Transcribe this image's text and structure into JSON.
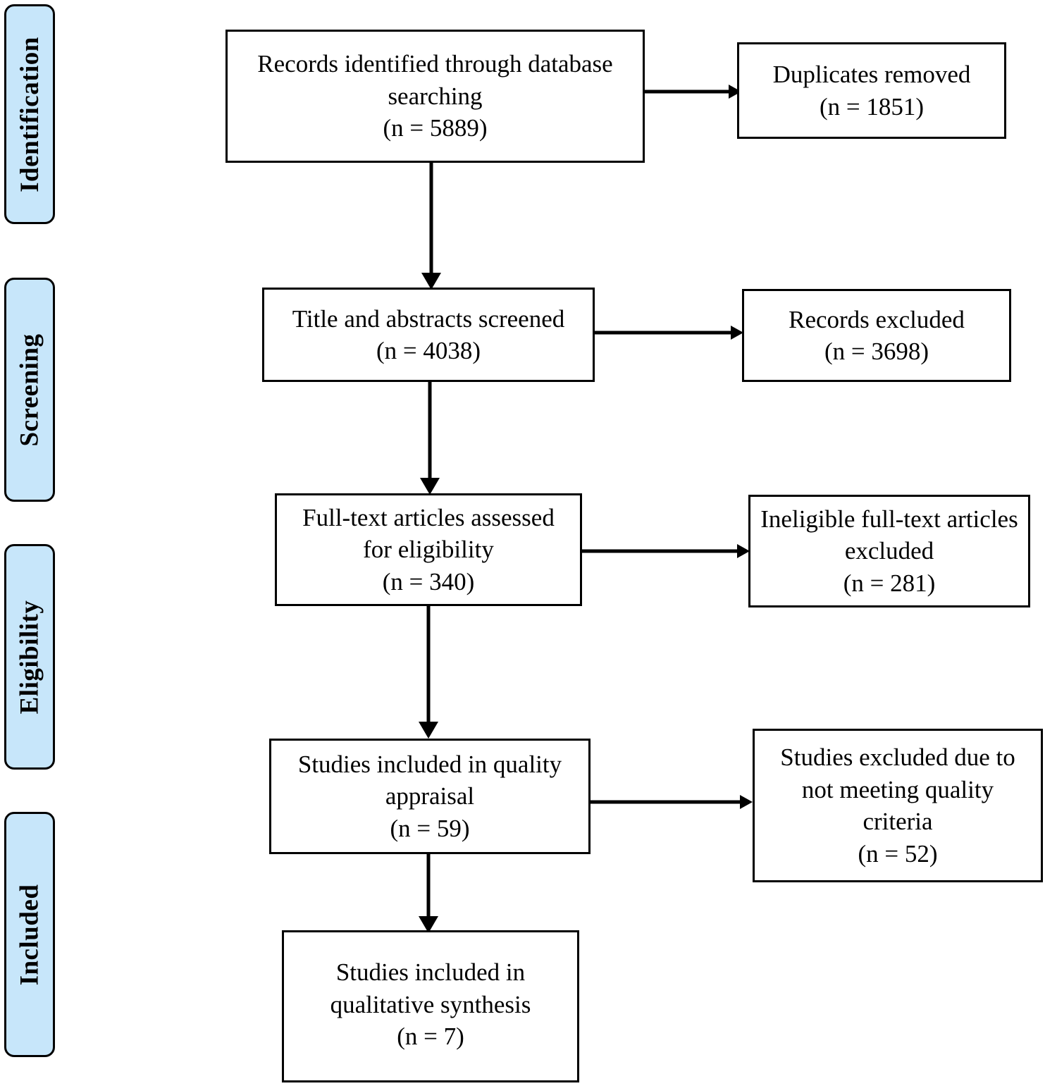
{
  "diagram": {
    "type": "prisma-flow-diagram",
    "accent_color": "#c7e6fa",
    "line_color": "#000000",
    "background": "#ffffff",
    "stages": [
      {
        "label": "Identification"
      },
      {
        "label": "Screening"
      },
      {
        "label": "Eligibility"
      },
      {
        "label": "Included"
      }
    ],
    "nodes": {
      "records_identified": {
        "line1": "Records identified through database",
        "line2": "searching",
        "count_label": "(n = 5889)",
        "n": 5889,
        "text": "Records identified through database\nsearching\n(n = 5889)"
      },
      "duplicates_removed": {
        "line1": "Duplicates removed",
        "count_label": "(n = 1851)",
        "n": 1851,
        "text": "Duplicates removed\n(n = 1851)"
      },
      "title_abstracts_screened": {
        "line1": "Title and abstracts screened",
        "count_label": "(n = 4038)",
        "n": 4038,
        "text": "Title and abstracts screened\n(n = 4038)"
      },
      "records_excluded": {
        "line1": "Records excluded",
        "count_label": "(n = 3698)",
        "n": 3698,
        "text": "Records excluded\n(n = 3698)"
      },
      "fulltext_assessed": {
        "line1": "Full-text articles assessed",
        "line2": "for eligibility",
        "count_label": "(n = 340)",
        "n": 340,
        "text": "Full-text articles assessed\nfor eligibility\n(n = 340)"
      },
      "fulltext_excluded": {
        "line1": "Ineligible full-text articles",
        "line2": "excluded",
        "count_label": "(n = 281)",
        "n": 281,
        "text": "Ineligible full-text articles\nexcluded\n(n = 281)"
      },
      "quality_appraisal": {
        "line1": "Studies included in quality",
        "line2": "appraisal",
        "count_label": "(n = 59)",
        "n": 59,
        "text": "Studies included in quality\nappraisal\n(n = 59)"
      },
      "quality_excluded": {
        "line1": "Studies excluded due to",
        "line2": "not meeting quality",
        "line3": "criteria",
        "count_label": "(n = 52)",
        "n": 52,
        "text": "Studies excluded due to\nnot meeting quality\ncriteria\n(n = 52)"
      },
      "qualitative_synthesis": {
        "line1": "Studies included in",
        "line2": "qualitative synthesis",
        "count_label": "(n = 7)",
        "n": 7,
        "text": "Studies included in\nqualitative synthesis\n(n = 7)"
      }
    }
  }
}
